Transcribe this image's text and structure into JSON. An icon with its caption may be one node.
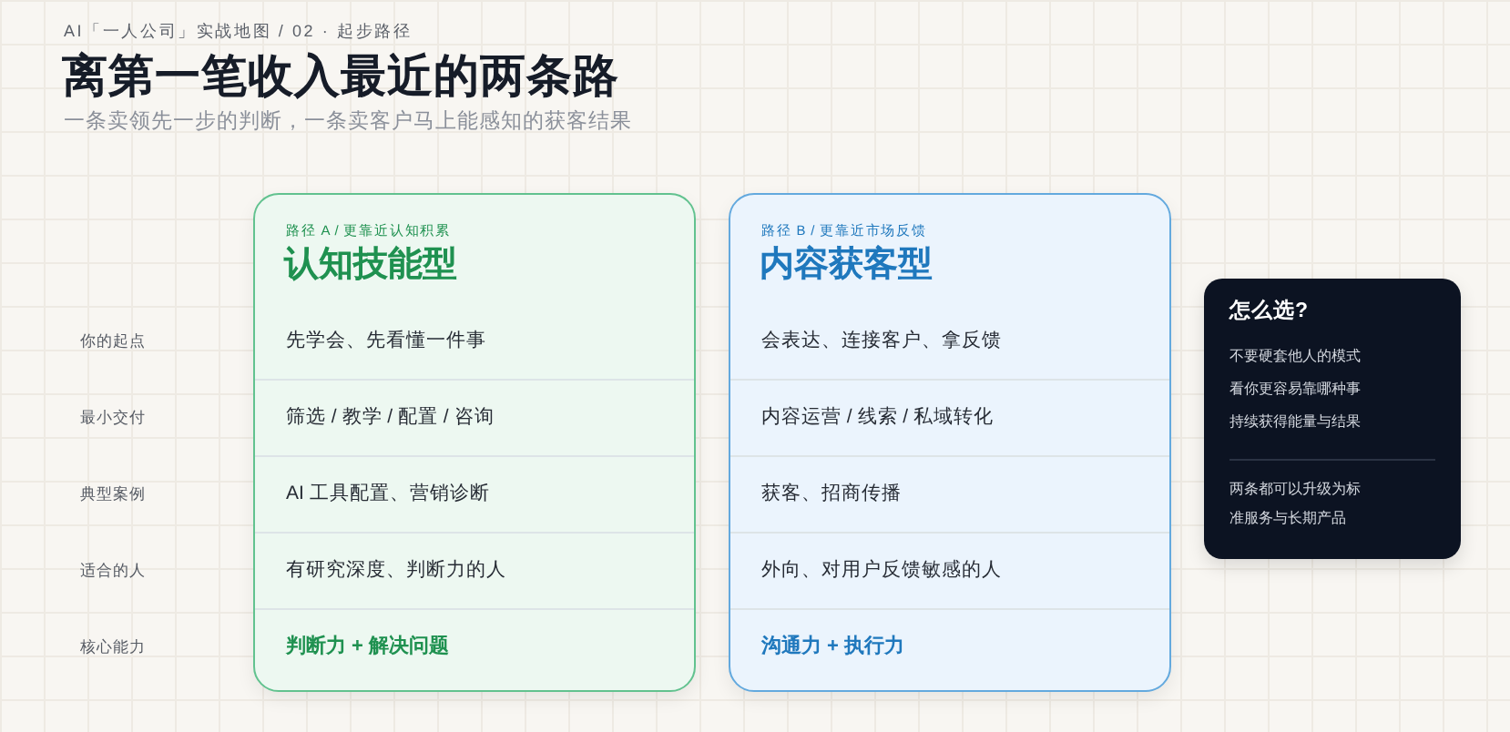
{
  "diagram": {
    "title": "离第一笔收入最近的两条路",
    "nodes": [
      {
        "text": [
          "路径 A / 更靠近认知积累",
          "认知技能型",
          "先学会、先看懂一件事",
          "筛选 / 教学 / 配置 / 咨询",
          "AI 工具配置、营销诊断",
          "有研究深度、判断力的人",
          "判断力 + 解决问题"
        ]
      },
      {
        "text": [
          "路径 B / 更靠近市场反馈",
          "内容获客型",
          "会表达、连接客户、拿反馈",
          "内容运营 / 线索 / 私域转化",
          "获客、招商传播",
          "外向、对用户反馈敏感的人",
          "沟通力 + 执行力"
        ]
      },
      {
        "text": [
          "怎么选?",
          "不要硬套他人的模式",
          "看你更容易靠哪种事",
          "持续获得能量与结果",
          "两条都可以升级为标准服务与长期产品"
        ]
      }
    ],
    "labels": [
      "AI「一人公司」实战地图 / 02 · 起步路径",
      "一条卖领先一步的判断，一条卖客户马上能感知的获客结果",
      "你的起点",
      "最小交付",
      "典型案例",
      "适合的人",
      "核心能力"
    ]
  }
}
